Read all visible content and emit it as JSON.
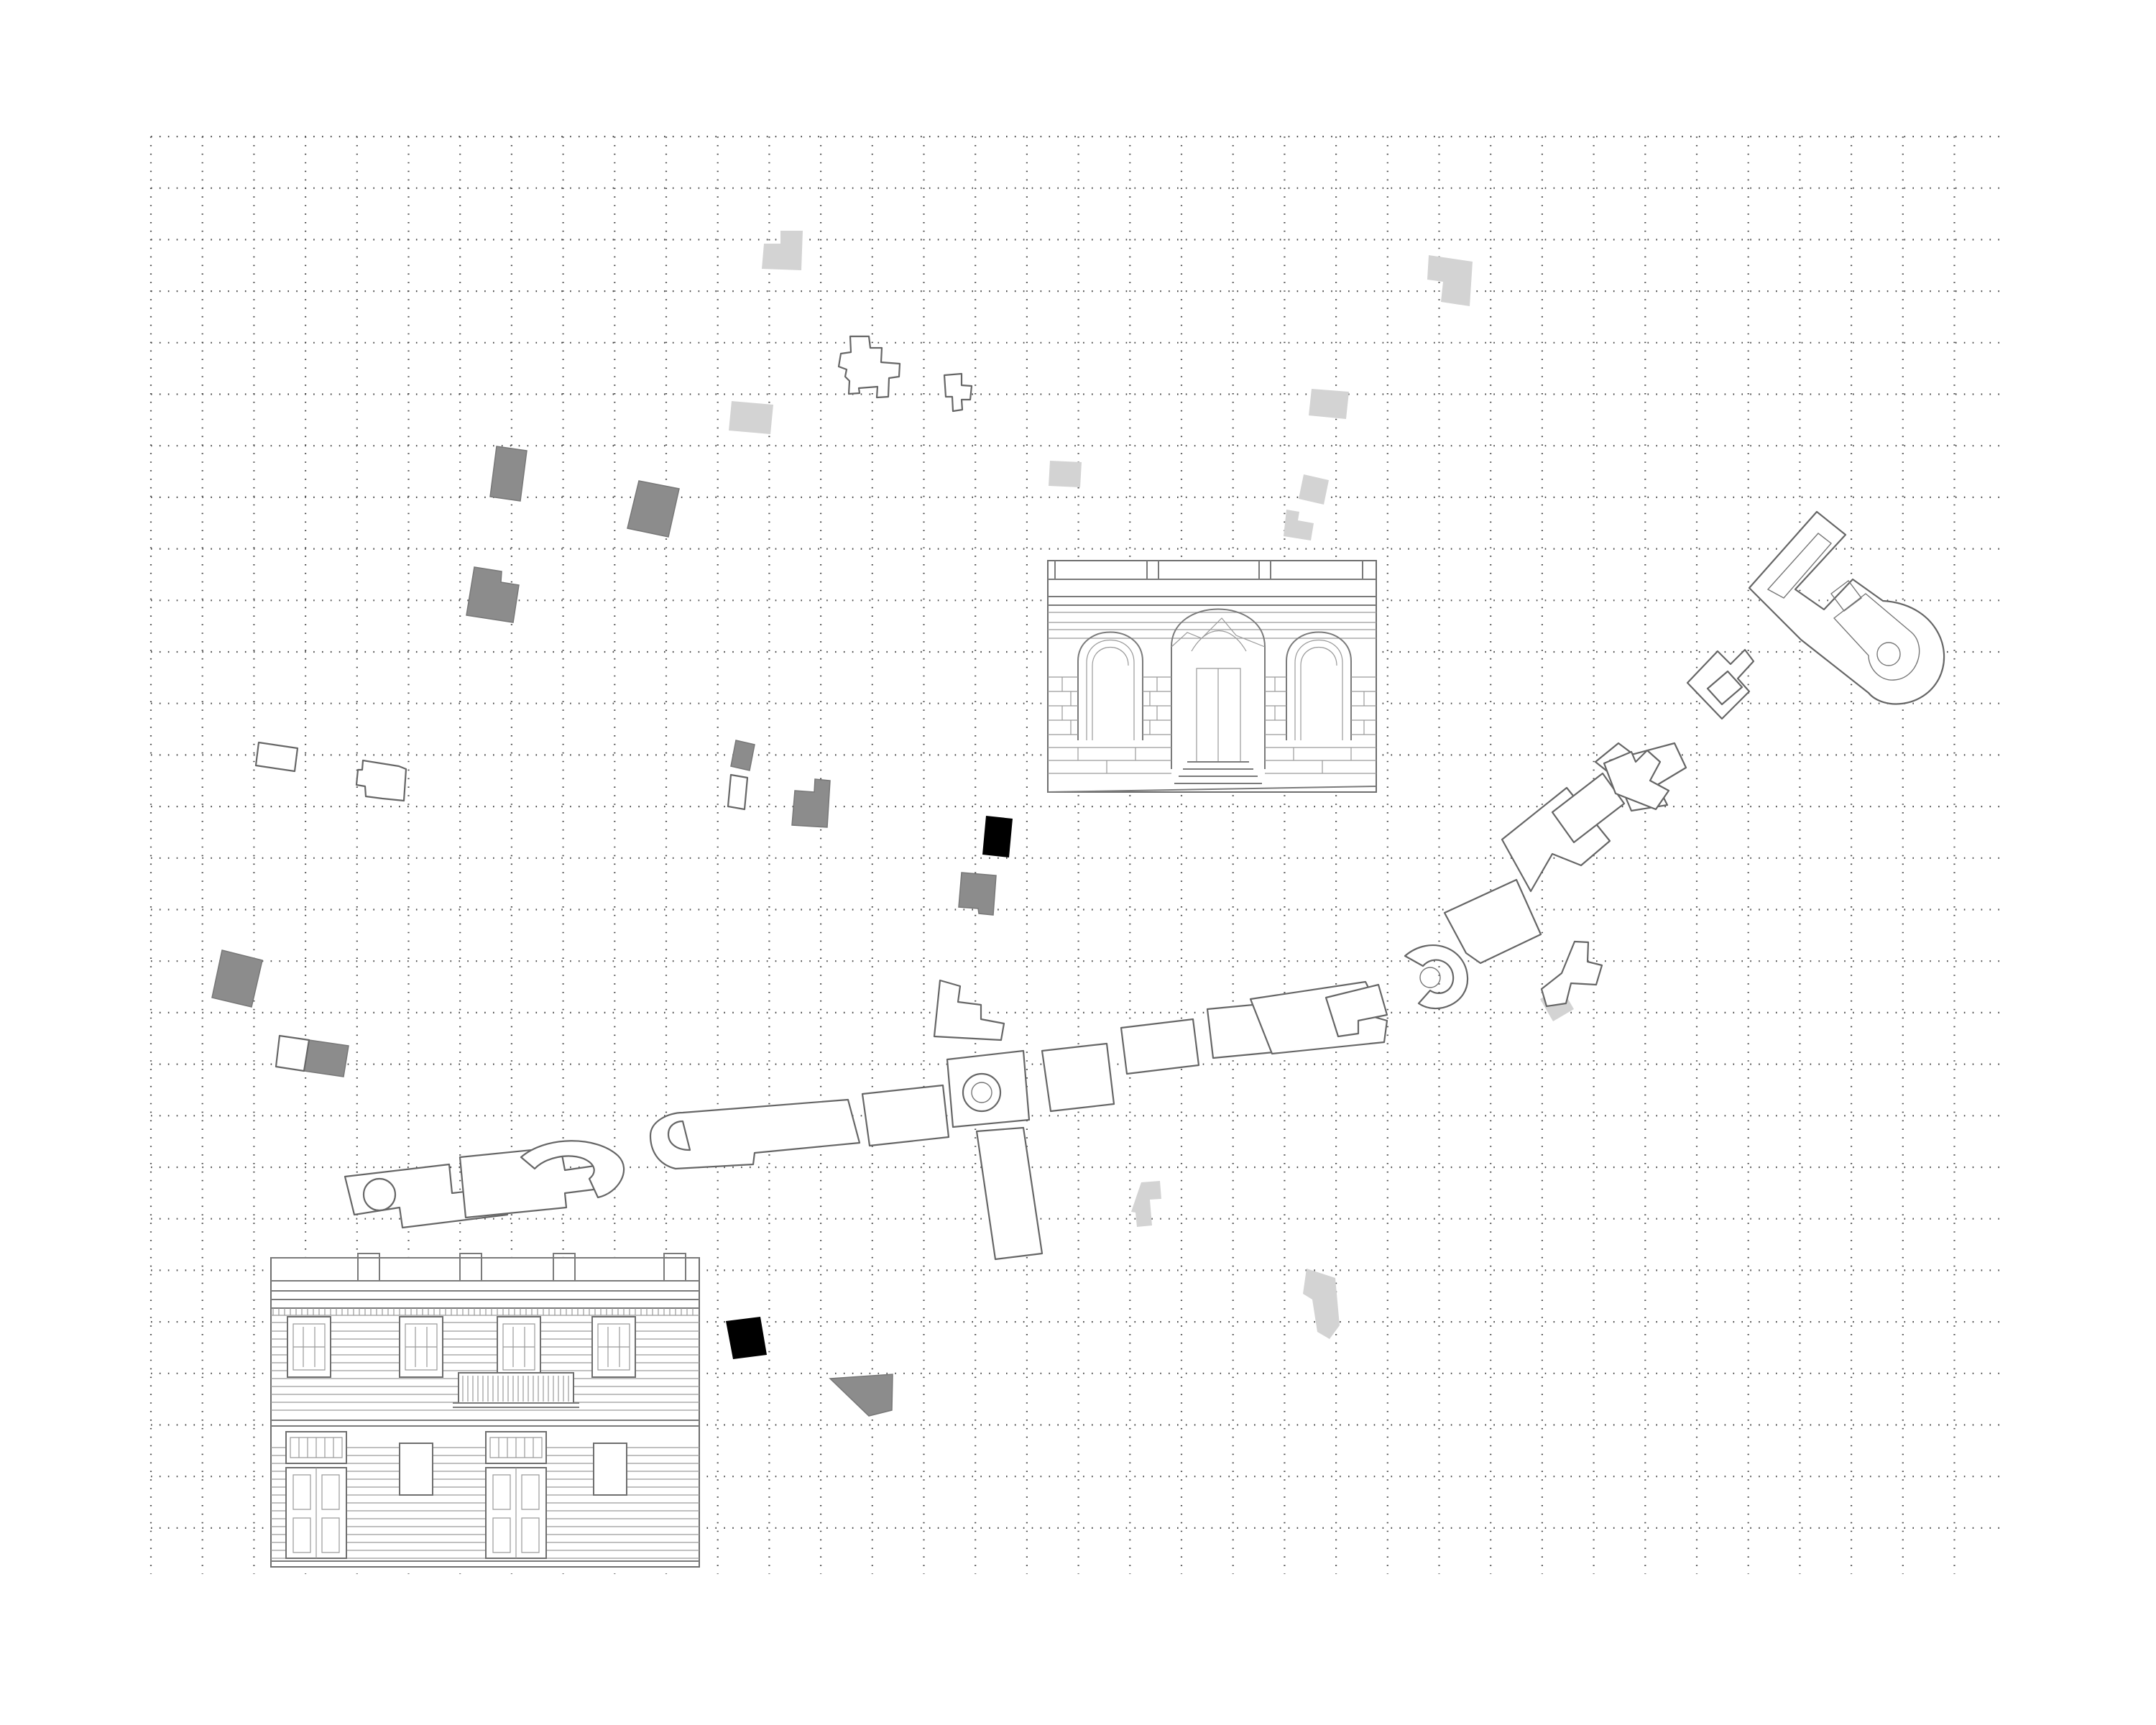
{
  "drawing": {
    "grid": {
      "visible": true,
      "style": "dotted"
    },
    "colors": {
      "background": "#ffffff",
      "grid": "#4a4a4a",
      "outline": "#666666",
      "tone_light": "#d3d3d3",
      "tone_mid": "#8c8c8c",
      "tone_dark": "#000000"
    },
    "elevations": [
      {
        "name": "arched-facade-elevation",
        "style": "masonry with two arched windows and central doorway"
      },
      {
        "name": "two-storey-terrace-elevation",
        "style": "weatherboard terrace with balcony, four upper windows, two doors"
      }
    ],
    "footprint_tones": [
      "light",
      "mid",
      "dark",
      "outline"
    ]
  }
}
